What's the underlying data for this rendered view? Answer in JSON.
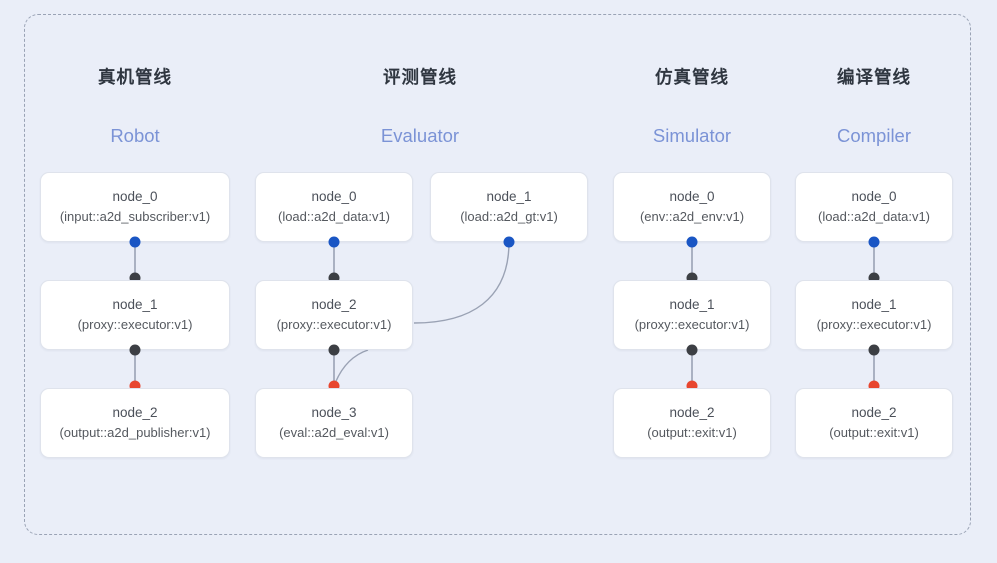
{
  "frame": {
    "style": "dashed-rounded-container",
    "border_color": "#9aa3b5",
    "background": "#eaeef8"
  },
  "palette": {
    "background": "#eaeef8",
    "node_fill": "#ffffff",
    "node_border": "#dfe3ec",
    "title_color": "#2f3640",
    "subtitle_color": "#7b93d6",
    "edge_color": "#9aa2b4",
    "dot_blue": "#1a56c4",
    "dot_dark": "#3c3f44",
    "dot_red": "#e8462f"
  },
  "columns": [
    {
      "title": "真机管线",
      "subtitle": "Robot",
      "nodes": [
        {
          "name": "node_0",
          "kind": "(input::a2d_subscriber:v1)"
        },
        {
          "name": "node_1",
          "kind": "(proxy::executor:v1)"
        },
        {
          "name": "node_2",
          "kind": "(output::a2d_publisher:v1)"
        }
      ]
    },
    {
      "title": "评测管线",
      "subtitle": "Evaluator",
      "nodes": [
        {
          "name": "node_0",
          "kind": "(load::a2d_data:v1)"
        },
        {
          "name": "node_1",
          "kind": "(load::a2d_gt:v1)"
        },
        {
          "name": "node_2",
          "kind": "(proxy::executor:v1)"
        },
        {
          "name": "node_3",
          "kind": "(eval::a2d_eval:v1)"
        }
      ]
    },
    {
      "title": "仿真管线",
      "subtitle": "Simulator",
      "nodes": [
        {
          "name": "node_0",
          "kind": "(env::a2d_env:v1)"
        },
        {
          "name": "node_1",
          "kind": "(proxy::executor:v1)"
        },
        {
          "name": "node_2",
          "kind": "(output::exit:v1)"
        }
      ]
    },
    {
      "title": "编译管线",
      "subtitle": "Compiler",
      "nodes": [
        {
          "name": "node_0",
          "kind": "(load::a2d_data:v1)"
        },
        {
          "name": "node_1",
          "kind": "(proxy::executor:v1)"
        },
        {
          "name": "node_2",
          "kind": "(output::exit:v1)"
        }
      ]
    }
  ]
}
